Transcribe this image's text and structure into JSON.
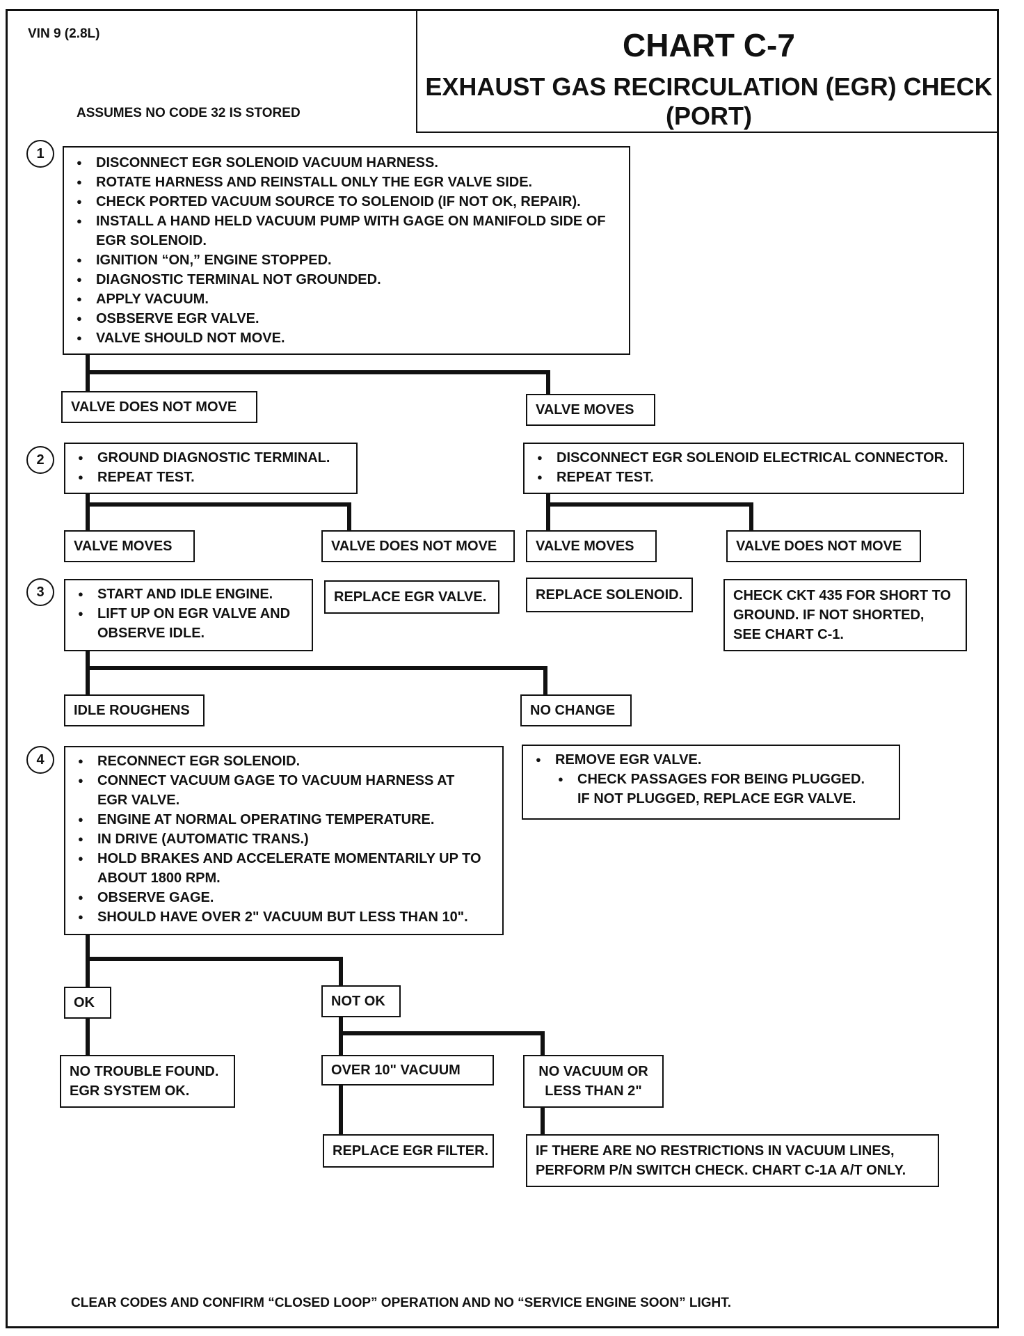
{
  "header": {
    "vin": "VIN 9 (2.8L)",
    "assumption": "ASSUMES NO CODE 32 IS STORED",
    "chart_title": "CHART C-7",
    "chart_subtitle_1": "EXHAUST GAS RECIRCULATION (EGR) CHECK",
    "chart_subtitle_2": "(PORT)"
  },
  "steps": {
    "s1": "1",
    "s2": "2",
    "s3": "3",
    "s4": "4"
  },
  "step1": {
    "items": [
      "DISCONNECT EGR SOLENOID VACUUM HARNESS.",
      "ROTATE HARNESS AND REINSTALL ONLY THE EGR VALVE SIDE.",
      "CHECK PORTED VACUUM SOURCE TO SOLENOID (IF NOT OK, REPAIR).",
      "INSTALL A HAND HELD VACUUM PUMP WITH GAGE ON MANIFOLD SIDE OF EGR SOLENOID.",
      "IGNITION “ON,” ENGINE STOPPED.",
      "DIAGNOSTIC TERMINAL NOT GROUNDED.",
      "APPLY VACUUM.",
      "OSBSERVE EGR VALVE.",
      "VALVE SHOULD NOT MOVE."
    ]
  },
  "branch1": {
    "left": "VALVE DOES NOT MOVE",
    "right": "VALVE  MOVES"
  },
  "step2": {
    "items": [
      "GROUND DIAGNOSTIC TERMINAL.",
      "REPEAT TEST."
    ]
  },
  "right2": {
    "items": [
      "DISCONNECT EGR SOLENOID ELECTRICAL CONNECTOR.",
      "REPEAT TEST."
    ]
  },
  "branch2": {
    "a": "VALVE  MOVES",
    "b": "VALVE DOES NOT MOVE",
    "c": "VALVE  MOVES",
    "d": "VALVE DOES NOT MOVE"
  },
  "step3": {
    "items": [
      "START AND IDLE ENGINE.",
      "LIFT UP ON EGR VALVE  AND OBSERVE IDLE."
    ]
  },
  "results2": {
    "replace_valve": "REPLACE EGR VALVE.",
    "replace_solenoid": "REPLACE SOLENOID.",
    "ckt_1": "CHECK CKT 435 FOR SHORT TO",
    "ckt_2": "GROUND. IF NOT SHORTED,",
    "ckt_3": "SEE CHART C-1."
  },
  "branch3": {
    "left": "IDLE ROUGHENS",
    "right": "NO CHANGE"
  },
  "step4": {
    "items": [
      "RECONNECT EGR SOLENOID.",
      "CONNECT VACUUM GAGE TO VACUUM HARNESS AT EGR VALVE.",
      "ENGINE AT NORMAL OPERATING TEMPERATURE.",
      "IN DRIVE (AUTOMATIC TRANS.)",
      "HOLD BRAKES AND ACCELERATE MOMENTARILY UP TO ABOUT 1800 RPM.",
      "OBSERVE GAGE.",
      "SHOULD HAVE OVER 2\" VACUUM BUT LESS THAN 10\"."
    ]
  },
  "nochange": {
    "item": "REMOVE EGR VALVE.",
    "sub": "CHECK PASSAGES FOR BEING PLUGGED.  IF NOT PLUGGED, REPLACE EGR VALVE."
  },
  "branch4": {
    "ok": "OK",
    "notok": "NOT OK"
  },
  "results4": {
    "ntf_1": "NO TROUBLE FOUND.",
    "ntf_2": "EGR SYSTEM OK.",
    "over10": "OVER  10\"  VACUUM",
    "novac_1": "NO VACUUM OR",
    "novac_2": "LESS THAN 2\"",
    "filter": "REPLACE EGR FILTER.",
    "restr_1": "IF THERE ARE NO RESTRICTIONS IN VACUUM LINES,",
    "restr_2": "PERFORM P/N SWITCH CHECK. CHART C-1A A/T ONLY."
  },
  "footer": {
    "text": "CLEAR CODES AND CONFIRM “CLOSED LOOP” OPERATION AND NO “SERVICE ENGINE SOON” LIGHT."
  }
}
